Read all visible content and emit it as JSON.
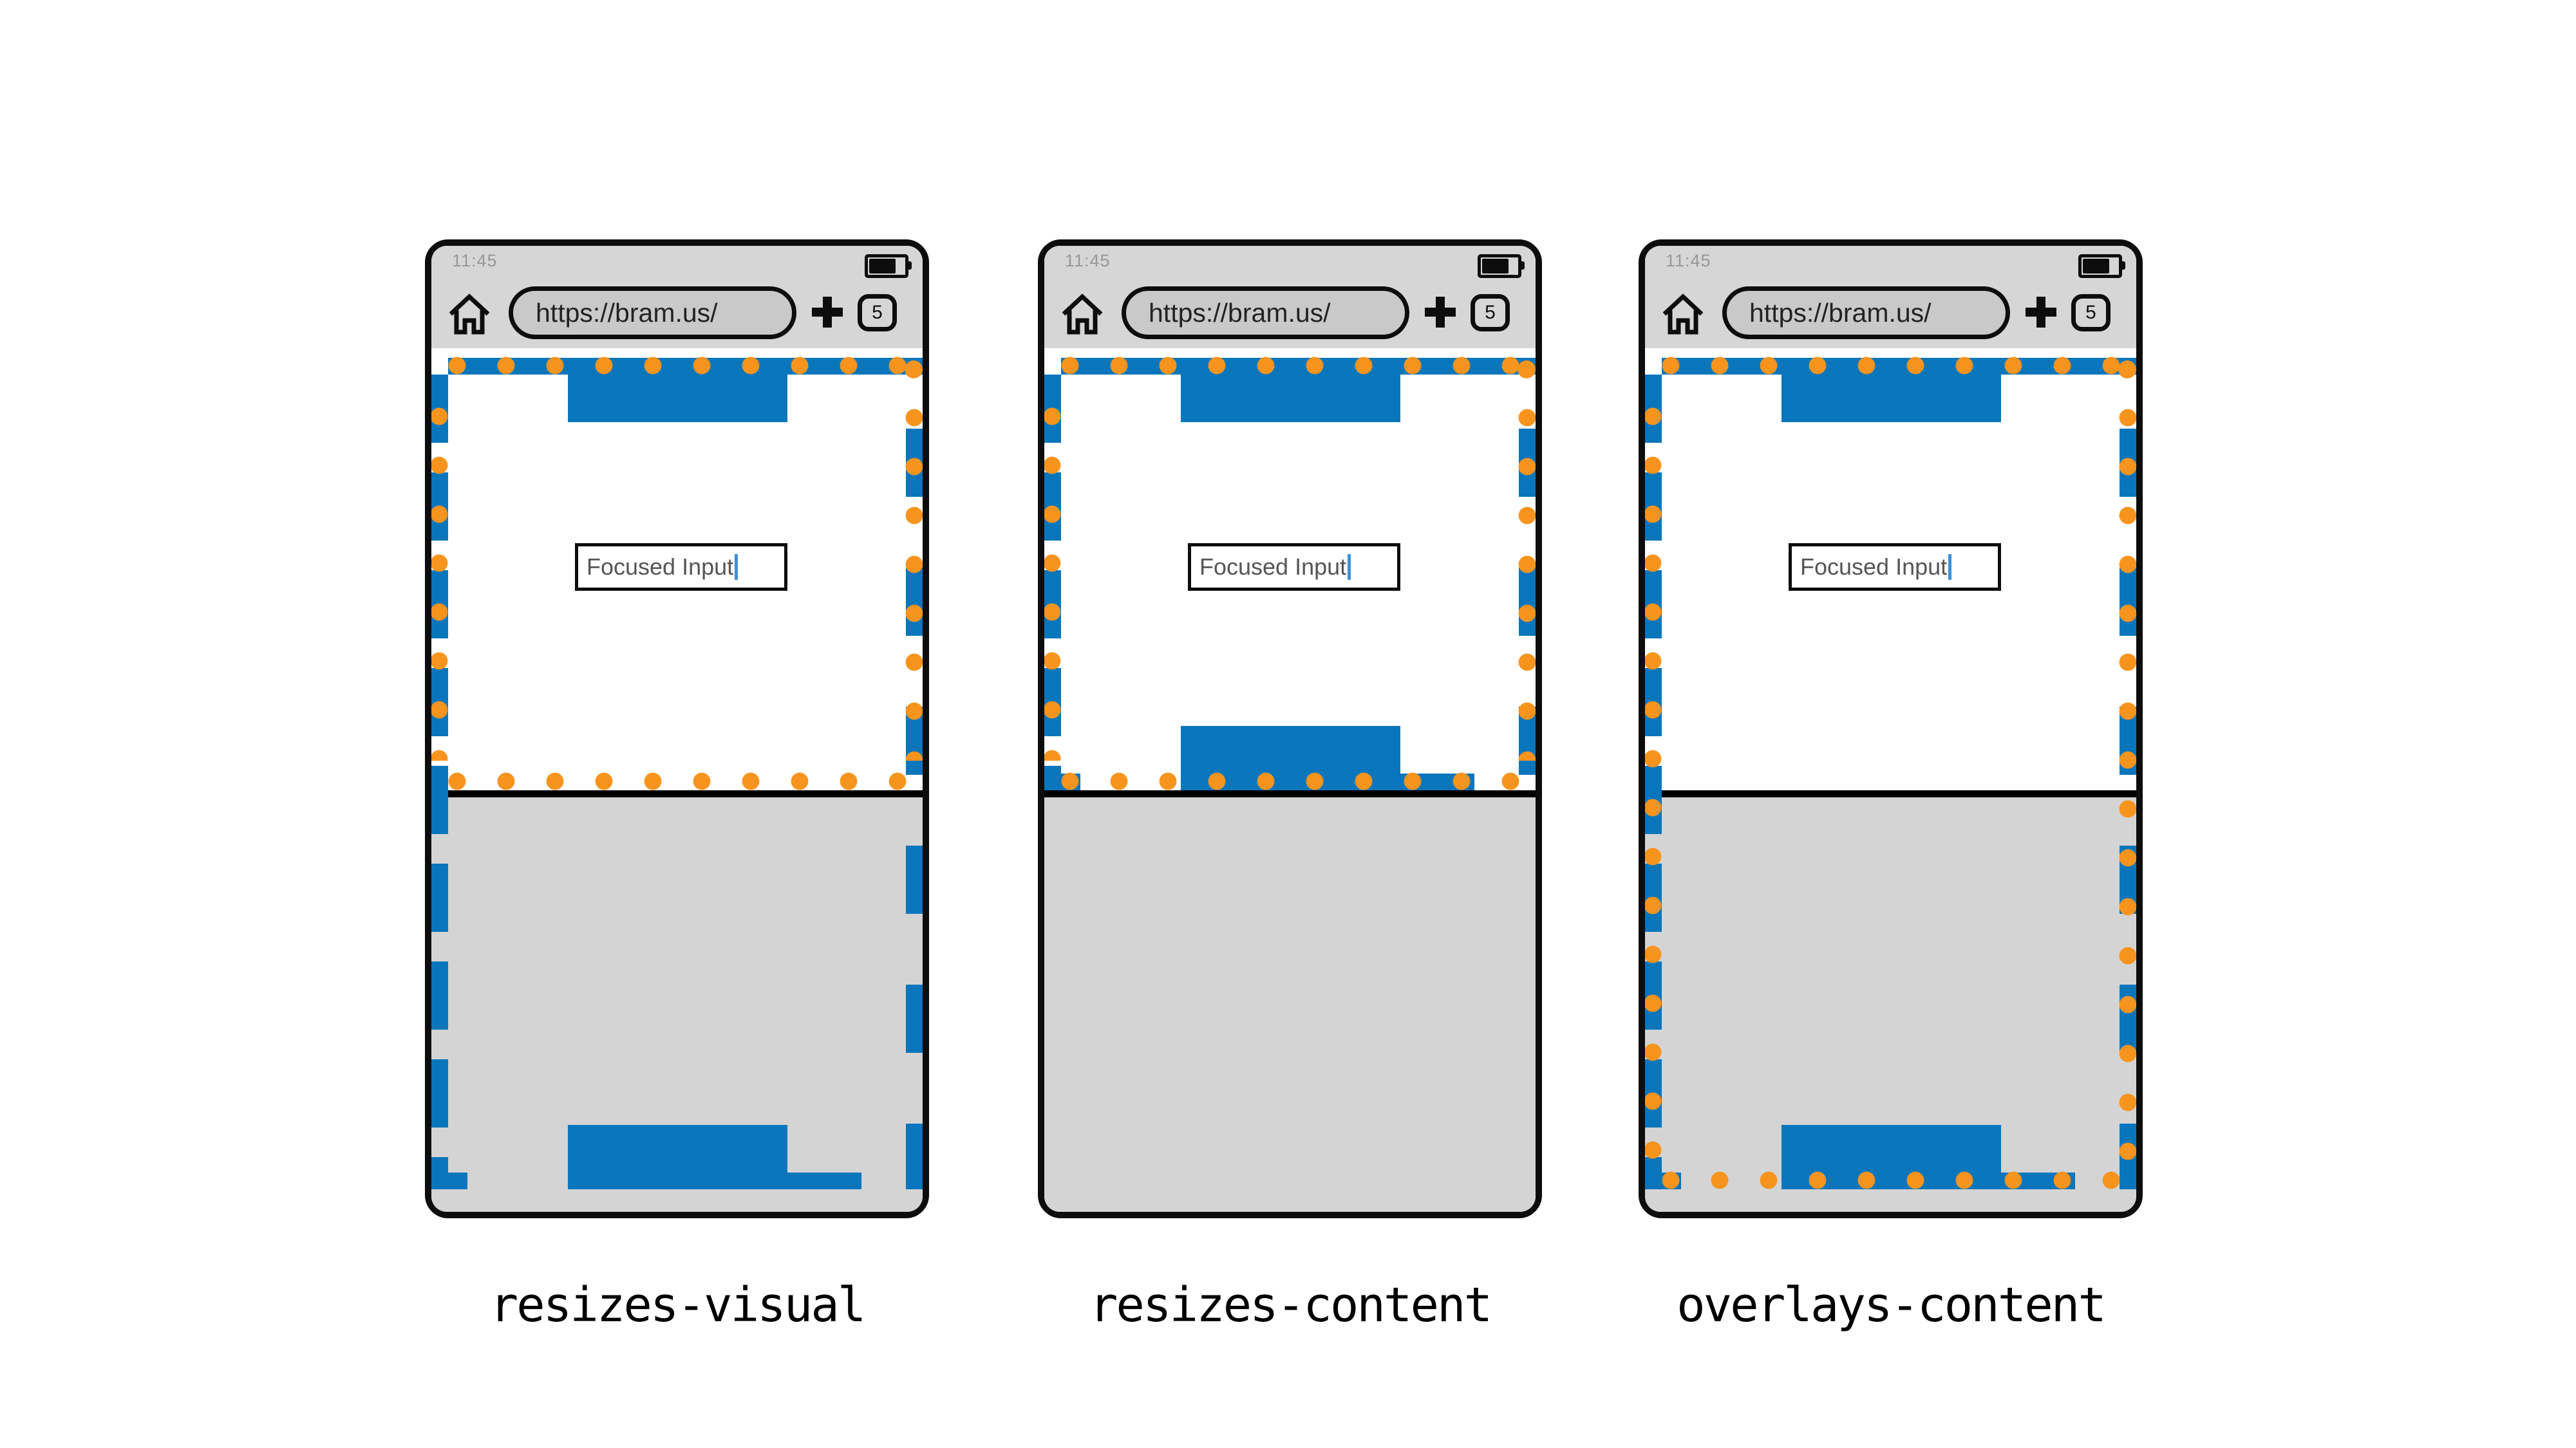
{
  "modes": [
    {
      "label": "resizes-visual"
    },
    {
      "label": "resizes-content"
    },
    {
      "label": "overlays-content"
    }
  ],
  "phone": {
    "status_time": "11:45",
    "url": "https://bram.us/",
    "tab_count": "5",
    "input_value": "Focused Input"
  },
  "colors": {
    "viewport_border_blue": "#0976BC",
    "viewport_dots_orange": "#F7941E",
    "chrome_gray": "#D6D6D6",
    "keyboard_gray": "#D4D4D4",
    "url_pill_gray": "#C9C9C9",
    "caret_blue": "#3F8FD6"
  }
}
